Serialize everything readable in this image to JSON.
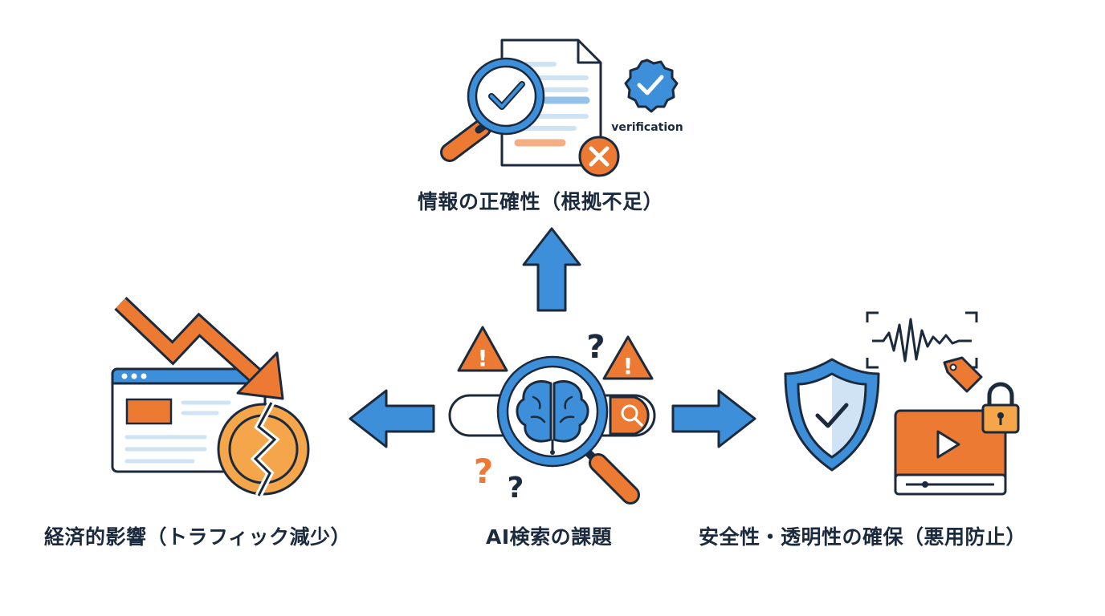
{
  "center": {
    "label": "AI検索の課題",
    "question_mark": "?",
    "warning_mark": "!"
  },
  "top": {
    "label": "情報の正確性（根拠不足）",
    "badge_text": "verification"
  },
  "left": {
    "label": "経済的影響（トラフィック減少）"
  },
  "right": {
    "label": "安全性・透明性の確保（悪用防止）"
  },
  "colors": {
    "blue": "#3d8fd9",
    "dark": "#1b2a3d",
    "orange": "#ec7a33",
    "light_orange": "#f5a54a",
    "pale_blue": "#cfe3f5"
  }
}
